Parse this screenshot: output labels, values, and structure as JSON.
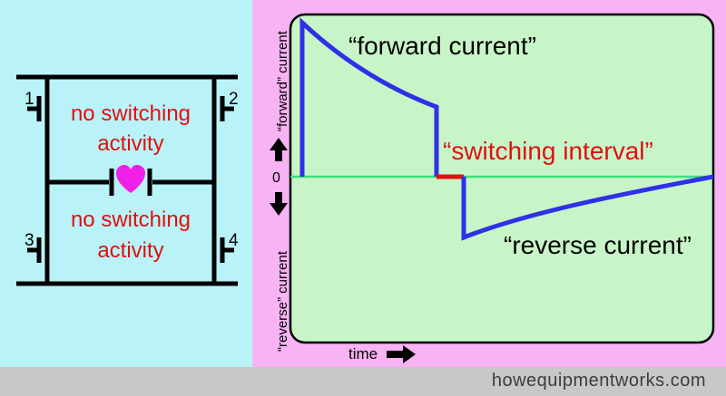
{
  "diagram": {
    "switch_numbers": [
      "1",
      "2",
      "3",
      "4"
    ],
    "upper_loop_text": [
      "no switching",
      "activity"
    ],
    "lower_loop_text": [
      "no switching",
      "activity"
    ],
    "heart_icon": "heart-icon"
  },
  "chart": {
    "forward_label": "“forward current”",
    "switching_label": "“switching interval”",
    "reverse_label": "“reverse current”",
    "zero_label": "0",
    "y_label_top": "“forward” current",
    "y_label_bottom": "“reverse” current",
    "x_label": "time"
  },
  "colors": {
    "left_bg": "#b9f3f7",
    "right_bg": "#f7b3f3",
    "plot_bg": "#c8f5c8",
    "curve": "#3030e6",
    "switching": "#e01010",
    "zero_line": "#3de07a",
    "heart": "#f020e8"
  },
  "footer": {
    "site": "howequipmentworks.com"
  }
}
